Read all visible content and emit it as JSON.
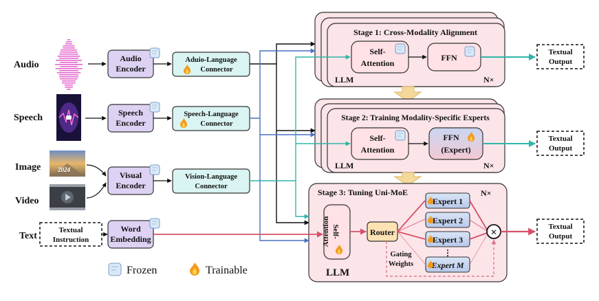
{
  "inputs": {
    "audio": "Audio",
    "speech": "Speech",
    "image": "Image",
    "video": "Video",
    "text": "Text",
    "textual_instruction": [
      "Textual",
      "Instruction"
    ]
  },
  "image_thumb_text": "2024",
  "encoders": {
    "audio": [
      "Audio",
      "Encoder"
    ],
    "speech": [
      "Speech",
      "Encoder"
    ],
    "visual": [
      "Visual",
      "Encoder"
    ],
    "word": [
      "Word",
      "Embedding"
    ]
  },
  "connectors": {
    "audio": [
      "Aduio-Language",
      "Connector"
    ],
    "speech": [
      "Speech-Language",
      "Connector"
    ],
    "vision": [
      "Vision-Language",
      "Connector"
    ]
  },
  "stage1": {
    "title": "Stage 1: Cross-Modality Alignment",
    "attention": [
      "Self-",
      "Attention"
    ],
    "ffn": "FFN",
    "llm": "LLM",
    "nx": "N×"
  },
  "stage2": {
    "title": "Stage 2: Training Modality-Specific Experts",
    "attention": [
      "Self-",
      "Attention"
    ],
    "ffn": [
      "FFN",
      "(Expert)"
    ],
    "llm": "LLM",
    "nx": "N×"
  },
  "stage3": {
    "title": "Stage 3: Tuning Uni-MoE",
    "nx": "N×",
    "attention": [
      "Self-",
      "Attention"
    ],
    "router": "Router",
    "experts": [
      "Expert 1",
      "Expert 2",
      "Expert 3",
      "⋮",
      "Expert M"
    ],
    "gating": [
      "Gating",
      "Weights"
    ],
    "llm": "LLM",
    "combine": "×"
  },
  "outputs": [
    "Textual",
    "Output"
  ],
  "legend": {
    "frozen": "Frozen",
    "trainable": "Trainable"
  },
  "colors": {
    "encoder_fill": "#ddd2f3",
    "connector_fill": "#d9f4f2",
    "stage_fill": "#fbe5e9",
    "block_fill": "#ffe1e6",
    "router_fill": "#fde2b3",
    "expert_fill": "#c5d5ef",
    "arrow_black": "#111111",
    "arrow_teal": "#2fb5a8",
    "arrow_blue": "#4a6fc4",
    "arrow_red": "#d85068",
    "stage_arrow": "#f4d99a"
  }
}
